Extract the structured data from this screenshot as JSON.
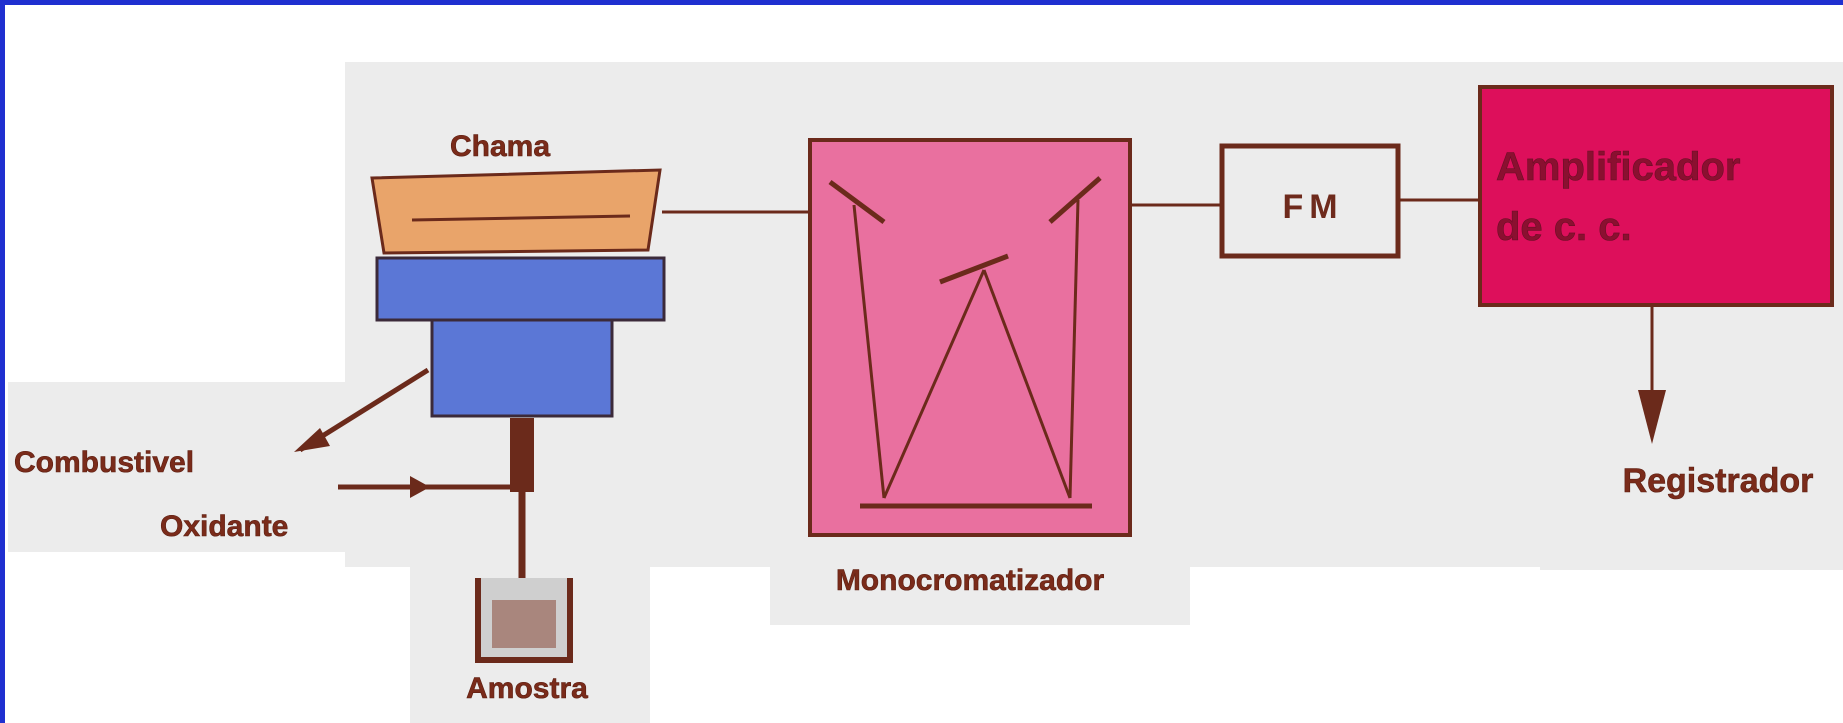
{
  "diagram": {
    "labels": {
      "flame": "Chama",
      "fuel": "Combustivel",
      "oxidant": "Oxidante",
      "sample": "Amostra",
      "monochromator": "Monocromatizador",
      "photomultiplier": "FM",
      "amplifier_line1": "Amplificador",
      "amplifier_line2": "de c. c.",
      "recorder": "Registrador"
    },
    "colors": {
      "flame": "#e9a46a",
      "burner": "#5b77d6",
      "monochromator": "#e9709f",
      "amplifier": "#dd0f5b",
      "line": "#6b2a1b",
      "background_panel": "#ececec",
      "frame": "#1f2fd0"
    }
  }
}
